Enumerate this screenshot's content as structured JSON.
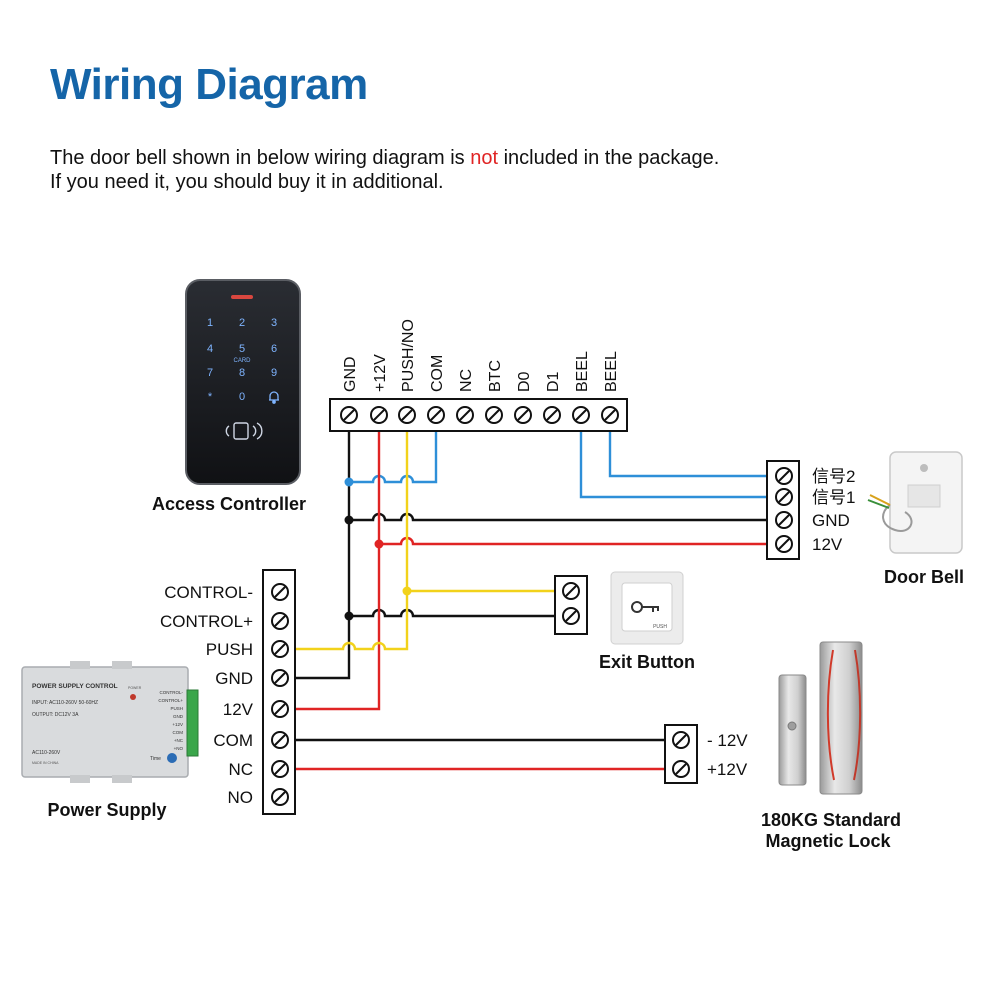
{
  "title": "Wiring Diagram",
  "note": {
    "line1_before": "The door bell shown in below wiring diagram is ",
    "line1_highlight": "not",
    "line1_after": " included in the package.",
    "line2": "If you need it, you should buy it in additional."
  },
  "colors": {
    "title": "#1565a8",
    "highlight": "#e02424",
    "wire_black": "#111111",
    "wire_red": "#e02424",
    "wire_yellow": "#f2d21b",
    "wire_blue": "#2e8fd8"
  },
  "access_controller": {
    "caption": "Access Controller",
    "keypad_keys": [
      "1",
      "2",
      "3",
      "4",
      "5",
      "6",
      "7",
      "8",
      "9",
      "*",
      "0",
      "bell-icon"
    ],
    "keypad_small_text": "CARD",
    "terminals": [
      "GND",
      "+12V",
      "PUSH/NO",
      "COM",
      "NC",
      "BTC",
      "D0",
      "D1",
      "BEEL",
      "BEEL"
    ]
  },
  "door_bell": {
    "caption": "Door Bell",
    "terminals": [
      "信号2",
      "信号1",
      "GND",
      "12V"
    ]
  },
  "exit_button": {
    "caption": "Exit Button",
    "button_text": "PUSH"
  },
  "power_supply": {
    "caption": "Power Supply",
    "terminals": [
      "CONTROL-",
      "CONTROL+",
      "PUSH",
      "GND",
      "12V",
      "COM",
      "NC",
      "NO"
    ],
    "label_title": "POWER SUPPLY CONTROL",
    "label_input": "INPUT: AC110-260V 50-60HZ",
    "label_output": "OUTPUT: DC12V  3A",
    "label_ac": "AC110-260V",
    "label_made": "MADE IN CHINA",
    "label_time": "Time",
    "label_power": "POWER",
    "side_labels": [
      "CONTROL-",
      "CONTROL+",
      "PUSH",
      "GND",
      "+12V",
      "COM",
      "+NC",
      "+NO"
    ]
  },
  "magnetic_lock": {
    "caption_line1": "180KG Standard",
    "caption_line2": "Magnetic Lock",
    "terminals": [
      "- 12V",
      "+12V"
    ]
  }
}
